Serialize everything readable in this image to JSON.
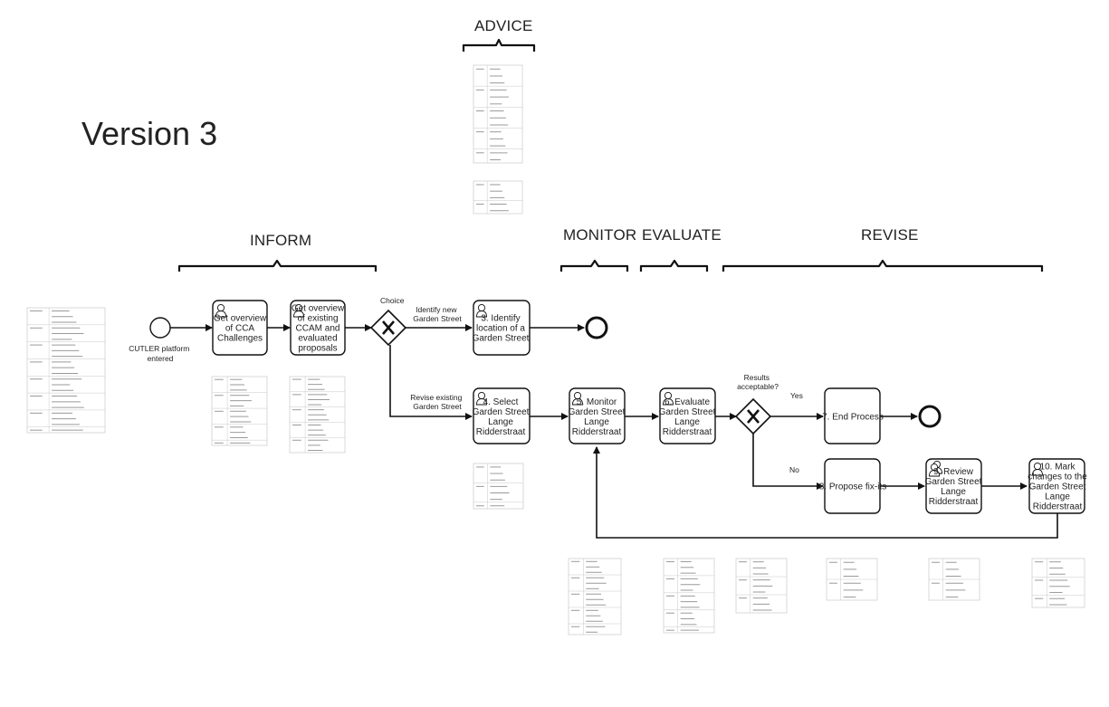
{
  "title": "Version 3",
  "phases": {
    "advice": "ADVICE",
    "inform": "INFORM",
    "monitor": "MONITOR",
    "evaluate": "EVALUATE",
    "revise": "REVISE"
  },
  "events": {
    "start_label": [
      "CUTLER platform",
      "entered"
    ]
  },
  "tasks": {
    "t_cca": [
      "Get overview",
      "of CCA",
      "Challenges"
    ],
    "t_ccam": [
      "Get overview",
      "of existing",
      "CCAM and",
      "evaluated",
      "proposals"
    ],
    "t3": [
      "3. Identify",
      "location of a",
      "Garden Street"
    ],
    "t4": [
      "4. Select",
      "Garden Street",
      "Lange",
      "Ridderstraat"
    ],
    "t5": [
      "5. Monitor",
      "Garden Street",
      "Lange",
      "Ridderstraat"
    ],
    "t6": [
      "6. Evaluate",
      "Garden Street",
      "Lange",
      "Ridderstraat"
    ],
    "t7": [
      "7. End Process"
    ],
    "t8": [
      "8. Propose fix-its"
    ],
    "t9": [
      "9. Review",
      "Garden Street",
      "Lange",
      "Ridderstraat"
    ],
    "t10": [
      "10. Mark",
      "changes to the",
      "Garden Street",
      "Lange",
      "Ridderstraat"
    ]
  },
  "gateways": {
    "choice": "Choice",
    "results": [
      "Results",
      "acceptable?"
    ]
  },
  "flow_labels": {
    "identify_new": [
      "Identify new",
      "Garden Street"
    ],
    "revise_existing": [
      "Revise existing",
      "Garden Street"
    ],
    "yes": "Yes",
    "no": "No"
  },
  "colors": {
    "stroke": "#111111",
    "doc_border": "#cfcfcf",
    "text": "#222222"
  }
}
